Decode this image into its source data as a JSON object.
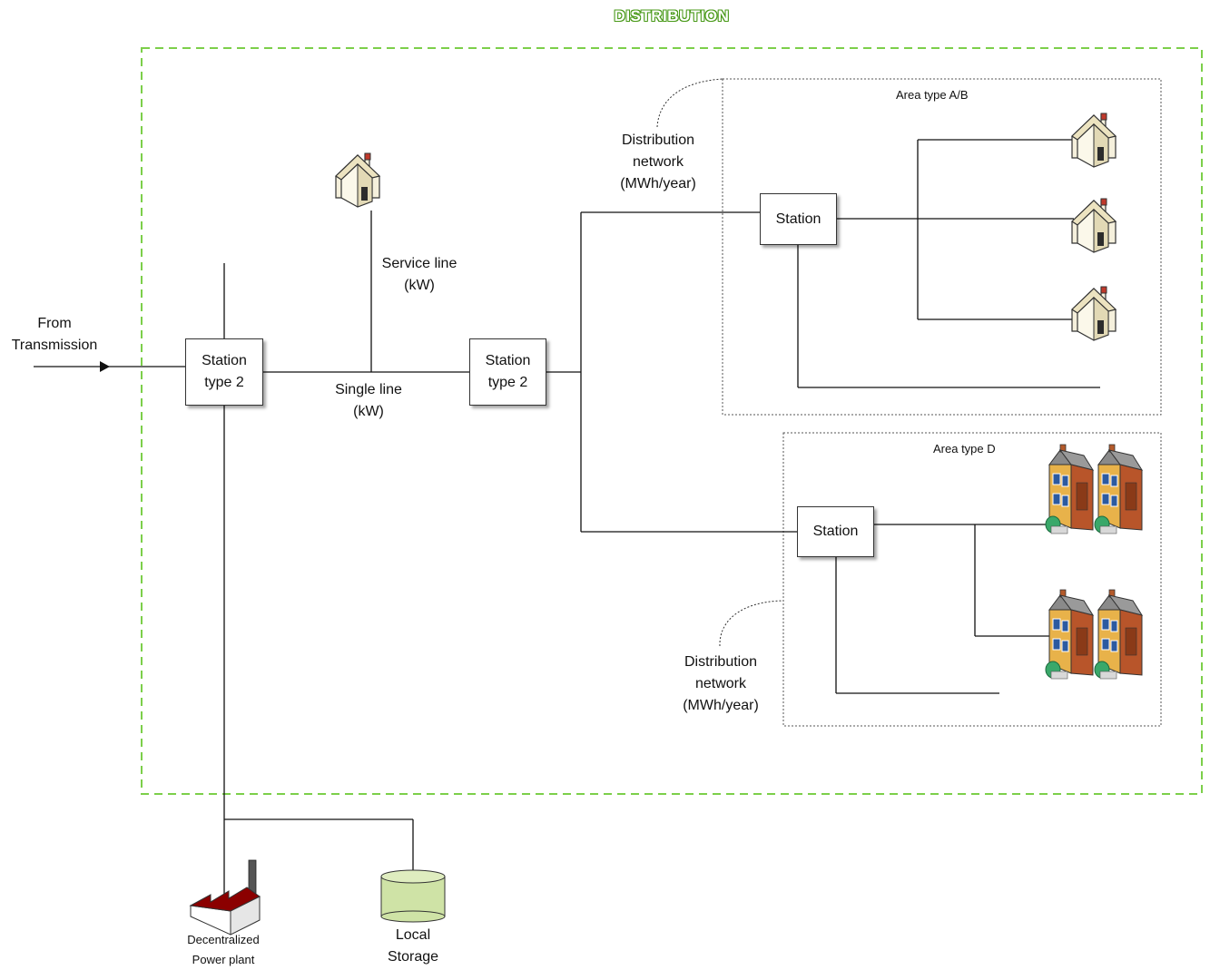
{
  "title": "DISTRIBUTION",
  "labels": {
    "from_transmission": [
      "From",
      "Transmission"
    ],
    "service_line": [
      "Service line",
      "(kW)"
    ],
    "single_line": [
      "Single line",
      "(kW)"
    ],
    "distribution_network_top": [
      "Distribution",
      "network",
      "(MWh/year)"
    ],
    "distribution_network_bottom": [
      "Distribution",
      "network",
      "(MWh/year)"
    ],
    "decentralized": [
      "Decentralized",
      "Power plant"
    ],
    "local_storage": [
      "Local",
      "Storage"
    ]
  },
  "stations": {
    "main": [
      "Station",
      "type 2"
    ],
    "second": [
      "Station",
      "type 2"
    ],
    "area_ab": [
      "Station"
    ],
    "area_d": [
      "Station"
    ]
  },
  "areas": {
    "ab": "Area type A/B",
    "d": "Area type D"
  },
  "colors": {
    "boundary": "#7ccf4a",
    "title_outline": "#4a9a1a",
    "roof_red": "#8b0000",
    "storage_fill": "#cfe3a6",
    "house_cream": "#f5f0dc",
    "townhouse_brick": "#c8682a",
    "townhouse_roof": "#8a8a8a"
  }
}
